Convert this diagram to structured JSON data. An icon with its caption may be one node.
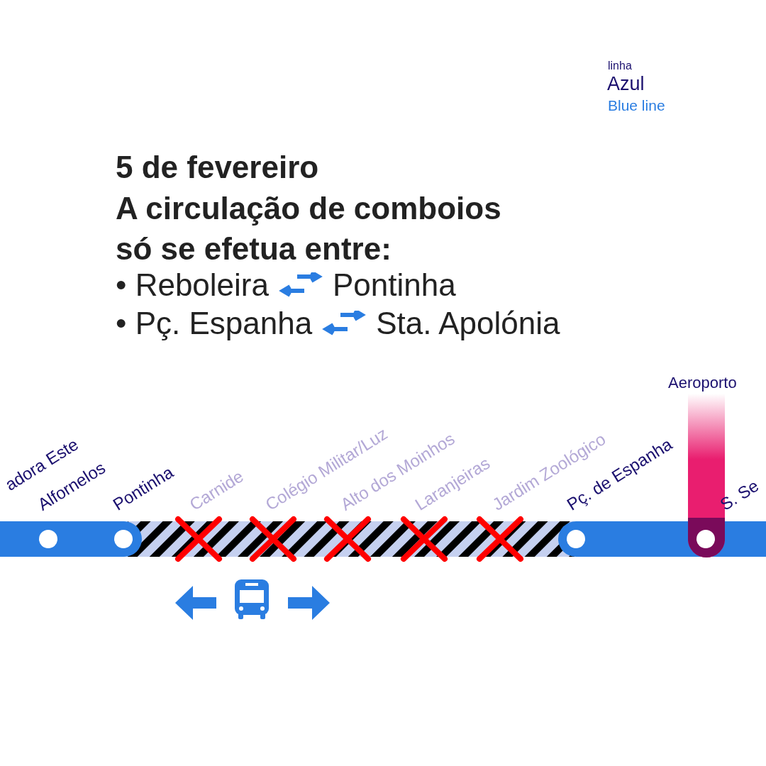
{
  "diagram": {
    "labels": [
      "linha",
      "Azul",
      "Blue line",
      "5 de fevereiro",
      "A circulação de comboios",
      "só se efetua entre:",
      "• Reboleira",
      "Pontinha",
      "• Pç. Espanha",
      "Sta. Apolónia",
      "Aeroporto",
      "adora Este",
      "Alfornelos",
      "Pontinha",
      "Carnide",
      "Colégio Militar/Luz",
      "Alto dos Moinhos",
      "Laranjeiras",
      "Jardim Zoológico",
      "Pç. de Espanha",
      "S. Se"
    ]
  }
}
